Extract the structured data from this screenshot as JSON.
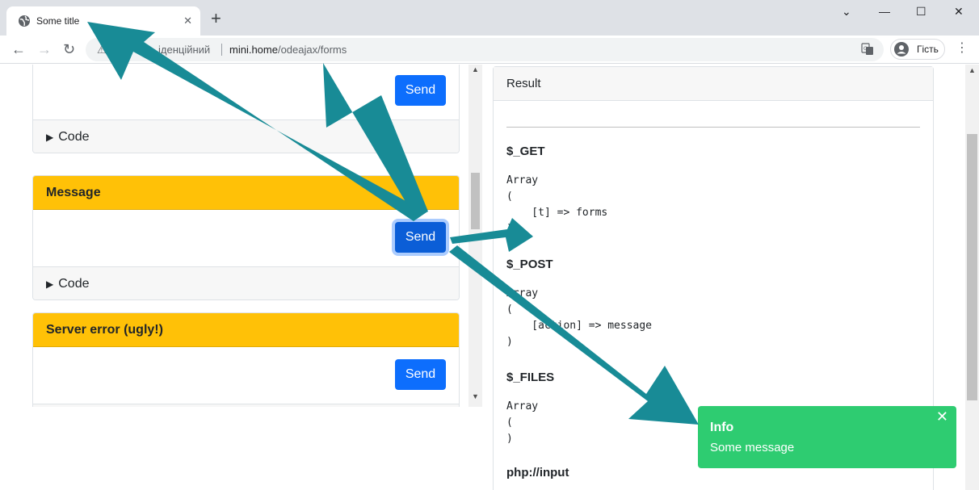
{
  "browser": {
    "tab_title": "Some title",
    "tab_close": "✕",
    "new_tab": "+",
    "window_controls": {
      "minimize": "—",
      "maximize": "☐",
      "close": "✕"
    },
    "nav": {
      "back": "←",
      "forward": "→",
      "reload": "↻"
    },
    "security_text": "іденційний",
    "url_host": "mini.home",
    "url_path": "/odeajax/forms",
    "profile_name": "Гість",
    "menu": "⋮"
  },
  "forms": [
    {
      "title": "",
      "send_label": "Send",
      "footer_label": "Code"
    },
    {
      "title": "Message",
      "send_label": "Send",
      "footer_label": "Code"
    },
    {
      "title": "Server error (ugly!)",
      "send_label": "Send",
      "footer_label": ""
    }
  ],
  "result": {
    "header": "Result",
    "get_title": "$_GET",
    "get_body": "Array\n(\n    [t] => forms\n)",
    "post_title": "$_POST",
    "post_body": "Array\n(\n    [action] => message\n)",
    "files_title": "$_FILES",
    "files_body": "Array\n(\n)",
    "input_title": "php://input"
  },
  "toast": {
    "title": "Info",
    "message": "Some message",
    "close": "✕"
  },
  "colors": {
    "accent": "#0d6efd",
    "warning": "#ffc107",
    "toast": "#2ecc71",
    "arrow": "#188b96"
  }
}
